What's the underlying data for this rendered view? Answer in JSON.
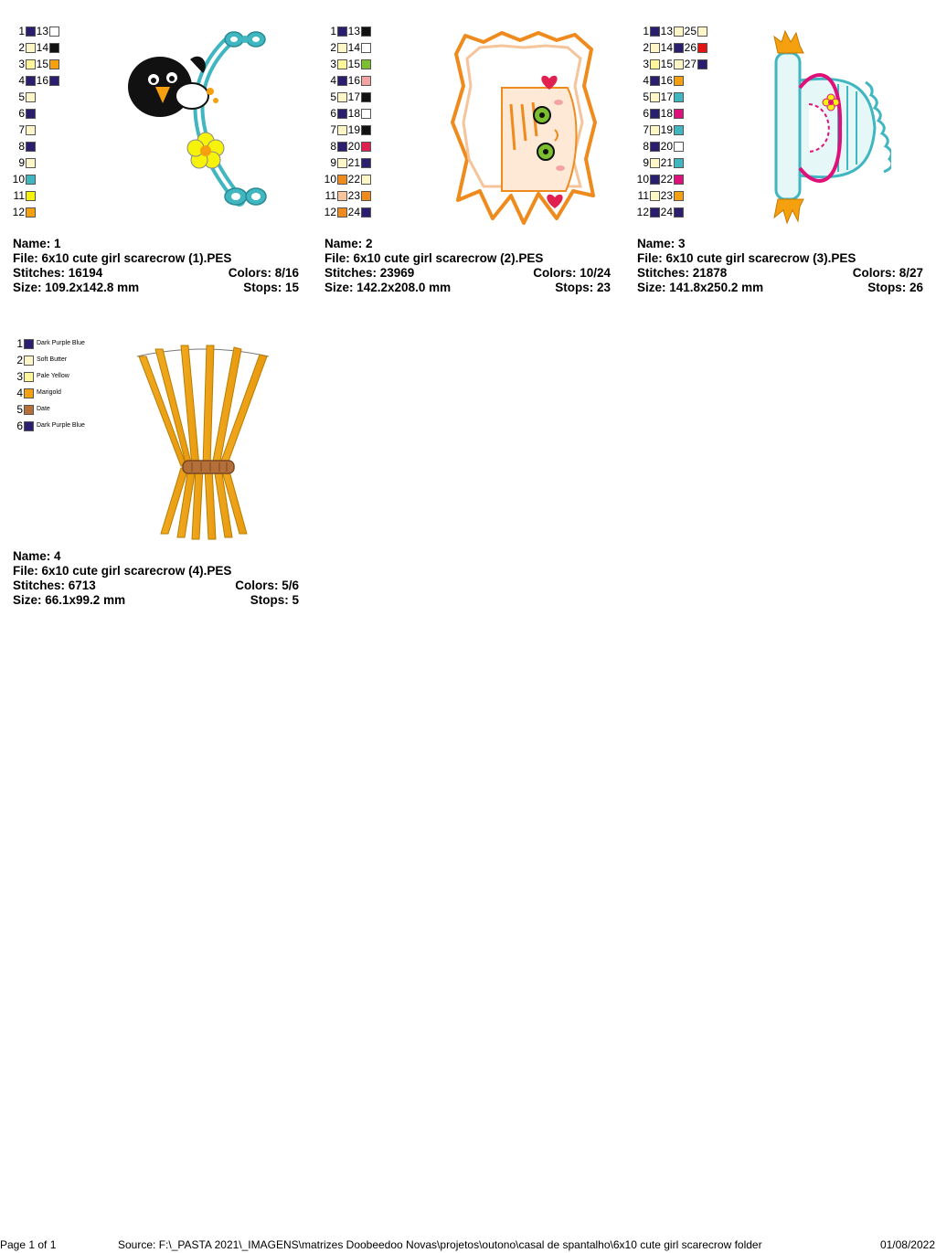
{
  "colors": {
    "dpb": "#2a1f6e",
    "cream": "#fff6c8",
    "yellow": "#fff59a",
    "orange": "#f5a10f",
    "black": "#111111",
    "cyan": "#3fb6c0",
    "bright_yellow": "#f6f20a",
    "green": "#7bbf2e",
    "pink": "#f4a3a3",
    "red_pink": "#e0204f",
    "white": "#ffffff",
    "peach": "#f6c49a",
    "dark_orange": "#ef8a1c",
    "red": "#e31414",
    "magenta": "#e0107a",
    "brown": "#b5703a"
  },
  "designs": [
    {
      "name_label": "Name: 1",
      "file_label": "File: 6x10 cute girl scarecrow (1).PES",
      "stitches_label": "Stitches: 16194",
      "colors_label": "Colors: 8/16",
      "size_label": "Size: 109.2x142.8 mm",
      "stops_label": "Stops: 15",
      "palette": [
        [
          "1",
          "dpb",
          "13",
          "white"
        ],
        [
          "2",
          "cream",
          "14",
          "black"
        ],
        [
          "3",
          "yellow",
          "15",
          "orange"
        ],
        [
          "4",
          "dpb",
          "16",
          "dpb"
        ],
        [
          "5",
          "cream"
        ],
        [
          "6",
          "dpb"
        ],
        [
          "7",
          "cream"
        ],
        [
          "8",
          "dpb"
        ],
        [
          "9",
          "cream"
        ],
        [
          "10",
          "cyan"
        ],
        [
          "11",
          "bright_yellow"
        ],
        [
          "12",
          "orange"
        ]
      ]
    },
    {
      "name_label": "Name: 2",
      "file_label": "File: 6x10 cute girl scarecrow (2).PES",
      "stitches_label": "Stitches: 23969",
      "colors_label": "Colors: 10/24",
      "size_label": "Size: 142.2x208.0 mm",
      "stops_label": "Stops: 23",
      "palette": [
        [
          "1",
          "dpb",
          "13",
          "black"
        ],
        [
          "2",
          "cream",
          "14",
          "white"
        ],
        [
          "3",
          "yellow",
          "15",
          "green"
        ],
        [
          "4",
          "dpb",
          "16",
          "pink"
        ],
        [
          "5",
          "cream",
          "17",
          "black"
        ],
        [
          "6",
          "dpb",
          "18",
          "white"
        ],
        [
          "7",
          "cream",
          "19",
          "black"
        ],
        [
          "8",
          "dpb",
          "20",
          "red_pink"
        ],
        [
          "9",
          "cream",
          "21",
          "dpb"
        ],
        [
          "10",
          "dark_orange",
          "22",
          "cream"
        ],
        [
          "11",
          "peach",
          "23",
          "dark_orange"
        ],
        [
          "12",
          "dark_orange",
          "24",
          "dpb"
        ]
      ]
    },
    {
      "name_label": "Name: 3",
      "file_label": "File: 6x10 cute girl scarecrow (3).PES",
      "stitches_label": "Stitches: 21878",
      "colors_label": "Colors: 8/27",
      "size_label": "Size: 141.8x250.2 mm",
      "stops_label": "Stops: 26",
      "palette": [
        [
          "1",
          "dpb",
          "13",
          "cream",
          "25",
          "cream"
        ],
        [
          "2",
          "cream",
          "14",
          "dpb",
          "26",
          "red"
        ],
        [
          "3",
          "yellow",
          "15",
          "cream",
          "27",
          "dpb"
        ],
        [
          "4",
          "dpb",
          "16",
          "orange"
        ],
        [
          "5",
          "cream",
          "17",
          "cyan"
        ],
        [
          "6",
          "dpb",
          "18",
          "magenta"
        ],
        [
          "7",
          "cream",
          "19",
          "cyan"
        ],
        [
          "8",
          "dpb",
          "20",
          "white"
        ],
        [
          "9",
          "cream",
          "21",
          "cyan"
        ],
        [
          "10",
          "dpb",
          "22",
          "magenta"
        ],
        [
          "11",
          "cream",
          "23",
          "orange"
        ],
        [
          "12",
          "dpb",
          "24",
          "dpb"
        ]
      ]
    },
    {
      "name_label": "Name: 4",
      "file_label": "File: 6x10 cute girl scarecrow (4).PES",
      "stitches_label": "Stitches: 6713",
      "colors_label": "Colors: 5/6",
      "size_label": "Size: 66.1x99.2 mm",
      "stops_label": "Stops: 5",
      "palette": [
        [
          "1",
          "dpb",
          "Dark Purple Blue"
        ],
        [
          "2",
          "cream",
          "Soft Butter"
        ],
        [
          "3",
          "yellow",
          "Pale Yellow"
        ],
        [
          "4",
          "orange",
          "Marigold"
        ],
        [
          "5",
          "brown",
          "Date"
        ],
        [
          "6",
          "dpb",
          "Dark Purple Blue"
        ]
      ]
    }
  ],
  "footer": {
    "page": "Page 1 of 1",
    "source": "Source: F:\\_PASTA 2021\\_IMAGENS\\matrizes Doobeedoo Novas\\projetos\\outono\\casal de spantalho\\6x10 cute girl scarecrow folder",
    "date": "01/08/2022"
  }
}
